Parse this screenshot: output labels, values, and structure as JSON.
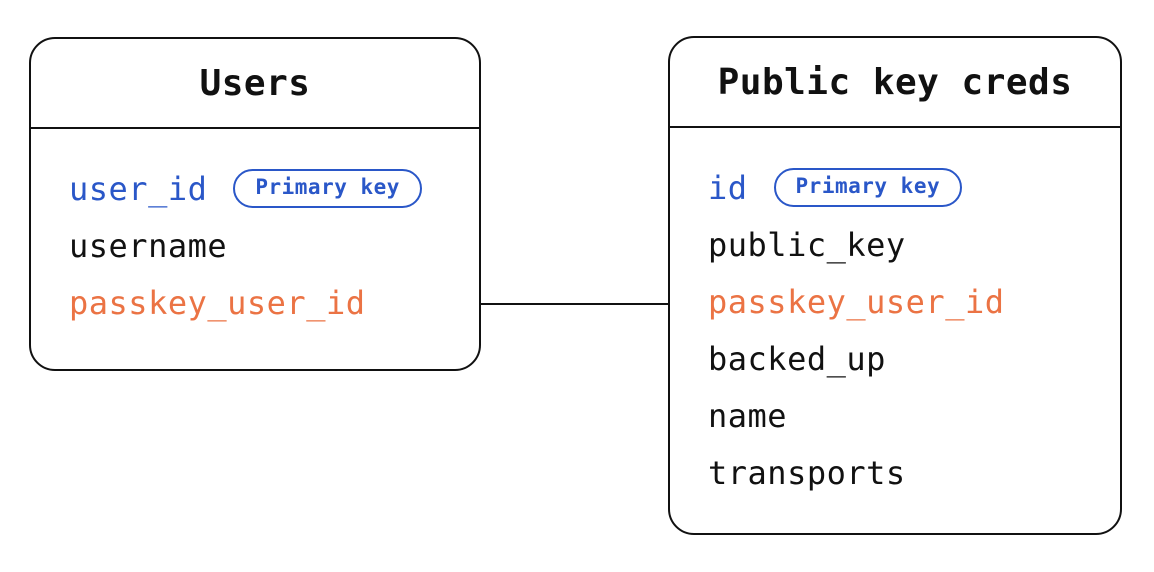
{
  "diagram": {
    "type": "entity-relationship",
    "colors": {
      "ink": "#111111",
      "primary_key_blue": "#2a57c8",
      "foreign_key_orange": "#eb7344",
      "background": "#ffffff"
    },
    "tables": [
      {
        "title": "Users",
        "fields": [
          {
            "name": "user_id",
            "role": "primary-key",
            "badge": "Primary key"
          },
          {
            "name": "username",
            "role": "normal"
          },
          {
            "name": "passkey_user_id",
            "role": "foreign-key"
          }
        ]
      },
      {
        "title": "Public key creds",
        "fields": [
          {
            "name": "id",
            "role": "primary-key",
            "badge": "Primary key"
          },
          {
            "name": "public_key",
            "role": "normal"
          },
          {
            "name": "passkey_user_id",
            "role": "foreign-key"
          },
          {
            "name": "backed_up",
            "role": "normal"
          },
          {
            "name": "name",
            "role": "normal"
          },
          {
            "name": "transports",
            "role": "normal"
          }
        ]
      }
    ],
    "relationship": {
      "from": "Users.passkey_user_id",
      "to": "Public key creds.passkey_user_id",
      "style": "straight-line"
    }
  }
}
